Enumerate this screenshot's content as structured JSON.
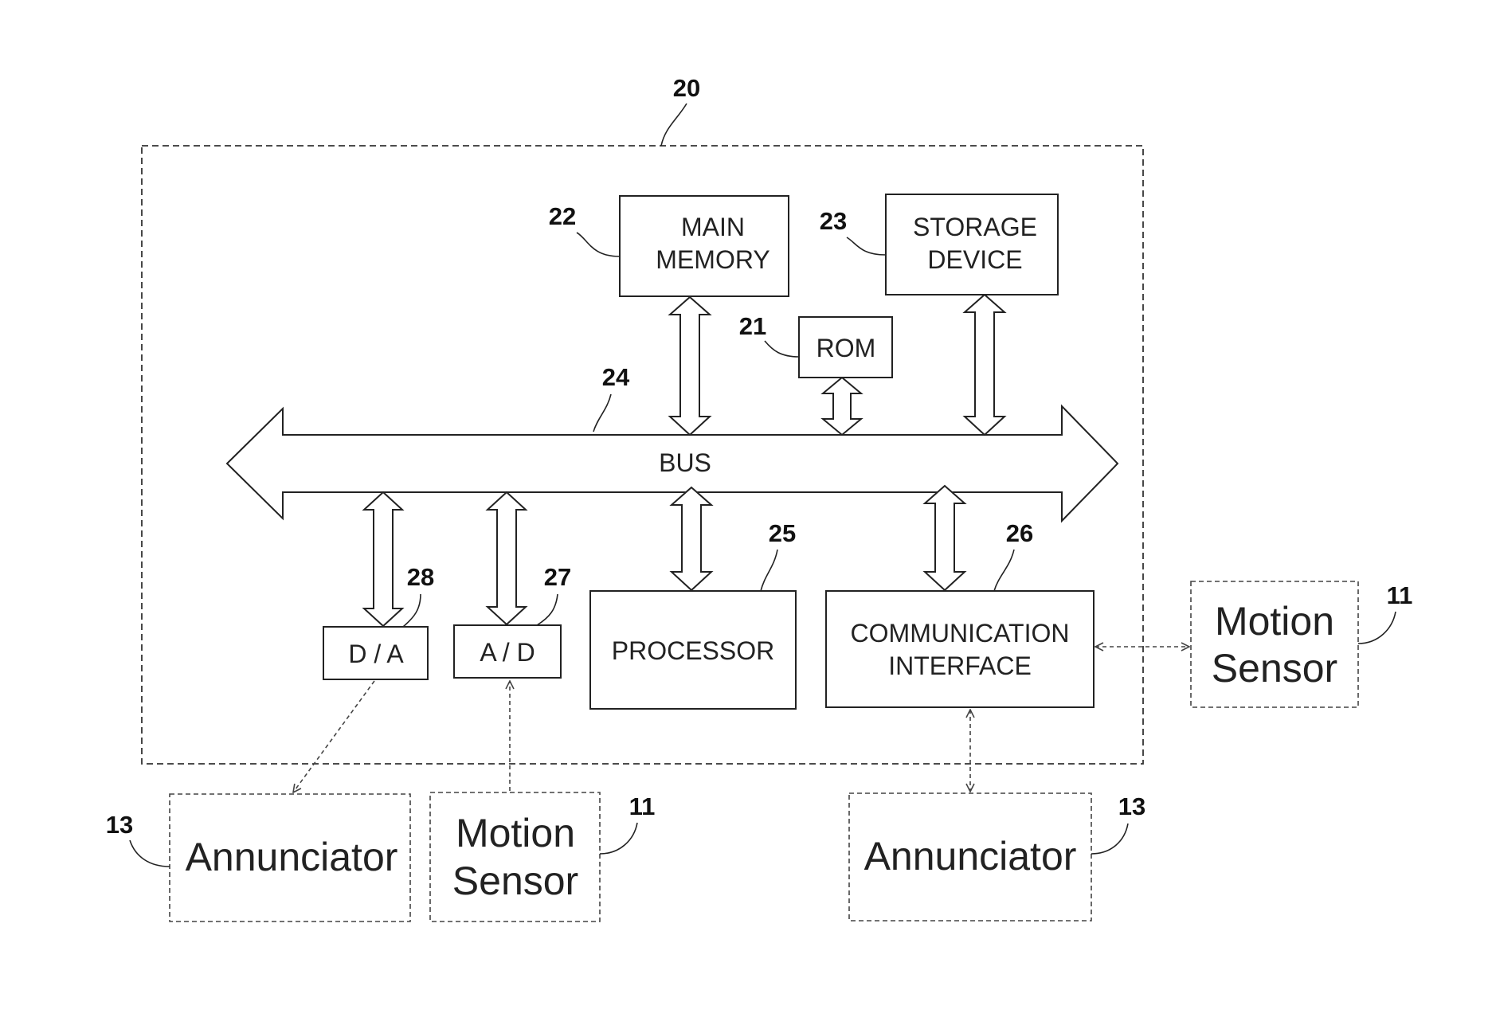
{
  "refs": {
    "system": "20",
    "rom": "21",
    "main_memory": "22",
    "storage": "23",
    "bus": "24",
    "processor": "25",
    "comm": "26",
    "adc": "27",
    "dac": "28",
    "sensor_right": "11",
    "sensor_bottom": "11",
    "annunciator_left": "13",
    "annunciator_right": "13"
  },
  "blocks": {
    "main_memory": [
      "MAIN",
      "MEMORY"
    ],
    "storage": [
      "STORAGE",
      "DEVICE"
    ],
    "rom": "ROM",
    "bus": "BUS",
    "processor": "PROCESSOR",
    "comm": [
      "COMMUNICATION",
      "INTERFACE"
    ],
    "adc": "A / D",
    "dac": "D / A"
  },
  "external": {
    "sensor_right": [
      "Motion",
      "Sensor"
    ],
    "sensor_bottom": [
      "Motion",
      "Sensor"
    ],
    "annunciator_left": "Annunciator",
    "annunciator_right": "Annunciator"
  }
}
